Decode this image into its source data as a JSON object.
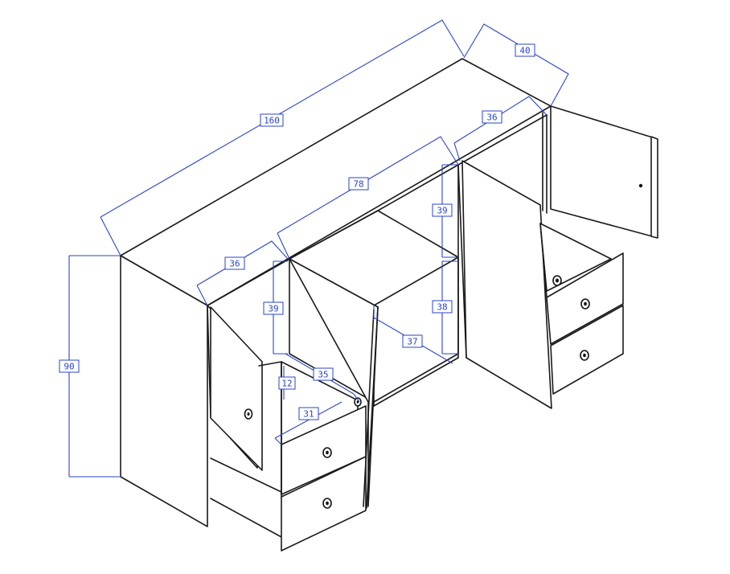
{
  "diagram": {
    "dimensions": {
      "total_width": "160",
      "depth": "40",
      "height": "90",
      "left_cabinet_width": "36",
      "right_cabinet_width": "36",
      "middle_width": "78",
      "middle_upper_height": "39",
      "middle_lower_height": "38",
      "middle_depth": "37",
      "left_cabinet_upper_height": "39",
      "drawer_depth": "35",
      "drawer_height": "12",
      "drawer_width": "31"
    },
    "colors": {
      "line": "#1a1a1a",
      "dimension": "#2a45c8",
      "background": "#ffffff"
    },
    "icons": [
      "knob-icon"
    ]
  }
}
